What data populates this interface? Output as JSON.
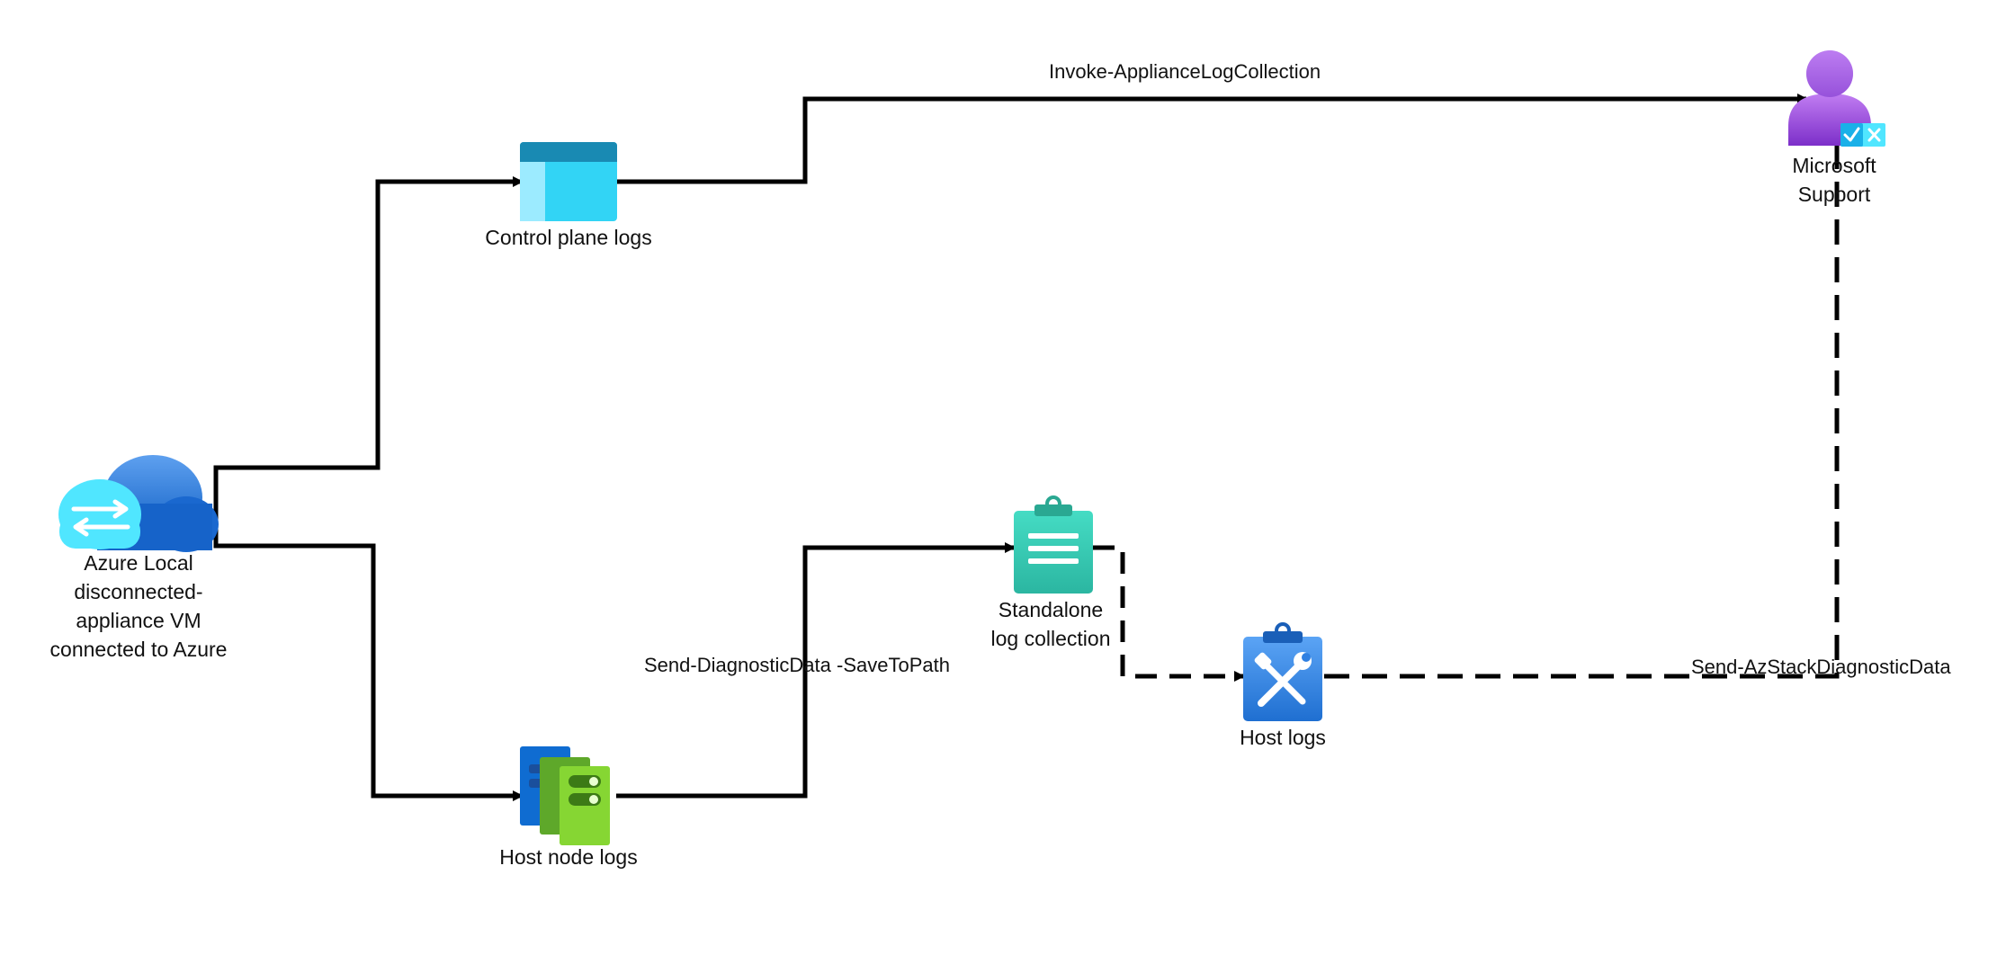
{
  "nodes": {
    "azure_vm": {
      "label": "Azure Local disconnected-appliance VM connected to Azure",
      "icon": "cloud-sync-icon"
    },
    "control_plane": {
      "label": "Control plane logs",
      "icon": "window-log-icon"
    },
    "host_node": {
      "label": "Host node logs",
      "icon": "server-stack-icon"
    },
    "standalone": {
      "label": "Standalone log collection",
      "icon": "clipboard-icon"
    },
    "host_logs": {
      "label": "Host logs",
      "icon": "tools-clipboard-icon"
    },
    "ms_support": {
      "label": "Microsoft Support",
      "icon": "support-person-icon"
    }
  },
  "edges": {
    "invoke": "Invoke-ApplianceLogCollection",
    "send_save": "Send-DiagnosticData -SaveToPath",
    "send_az": "Send-AzStackDiagnosticData"
  },
  "colors": {
    "line": "#000000",
    "cloud_dark": "#1e6fd9",
    "cloud_light": "#50e6ff",
    "window_top": "#198ab3",
    "window_main": "#32d4f5",
    "window_side": "#9cebff",
    "server_blue": "#0f6cd1",
    "server_green": "#86d633",
    "clipboard_teal": "#3ecfb8",
    "clipboard_blue": "#3b8ef0",
    "person_purple": "#a455e0",
    "badge_cyan": "#50e6ff"
  }
}
